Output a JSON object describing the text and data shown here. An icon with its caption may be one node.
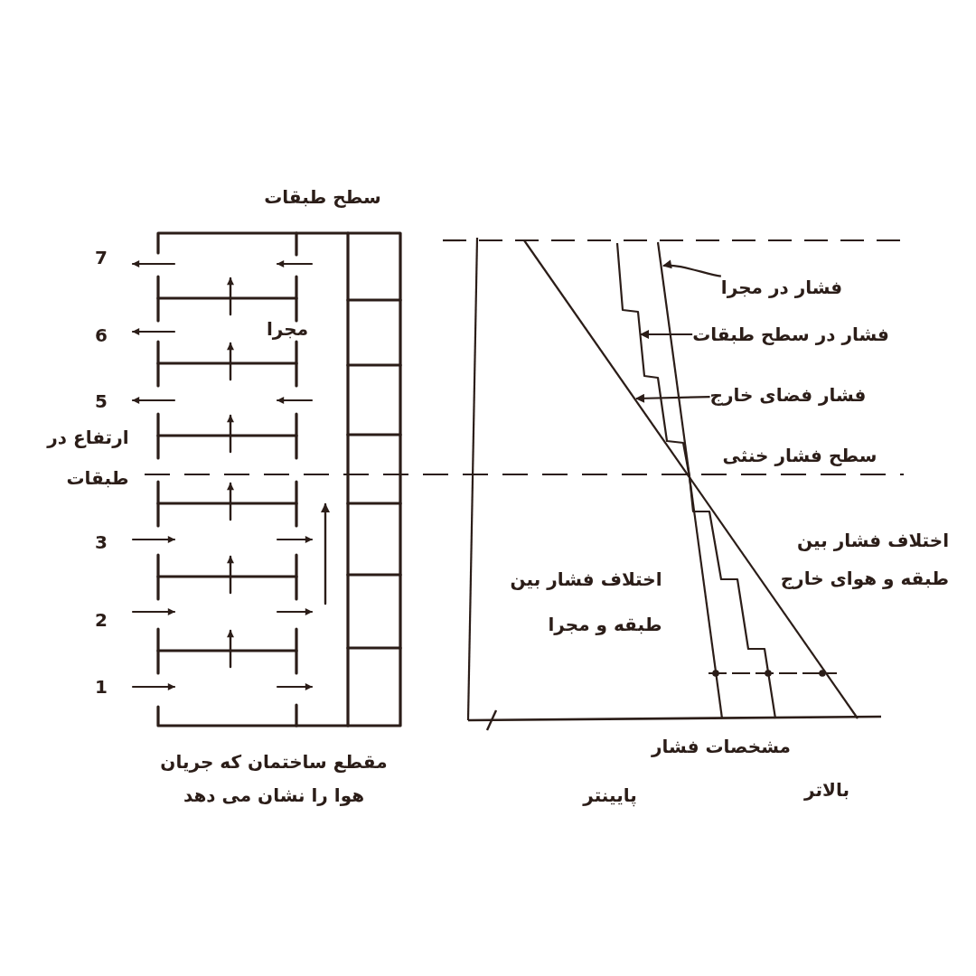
{
  "diagram": {
    "nodes": [
      {
        "text": [
          "فشار در مجرا"
        ]
      },
      {
        "text": [
          "فشار در سطح طبقات"
        ]
      },
      {
        "text": [
          "فشار فضای خارج"
        ]
      }
    ],
    "edges": [
      {
        "from": 0,
        "to": null,
        "arrow": "to"
      },
      {
        "from": 1,
        "to": null,
        "arrow": "to"
      },
      {
        "from": 2,
        "to": null,
        "arrow": "to"
      }
    ],
    "labels": [
      "سطح طبقات",
      "7",
      "مجرا",
      "6",
      "5",
      "ارتفاع در طبقات",
      "3",
      "2",
      "1",
      "مقطع ساختمان که جریان هوا را نشان می دهد",
      "سطح فشار خنثی",
      "اختلاف فشار بین طبقه و هوای خارج",
      "اختلاف فشار بین طبقه و مجرا",
      "مشخصات فشار",
      "بالاتر",
      "پایینتر"
    ]
  }
}
